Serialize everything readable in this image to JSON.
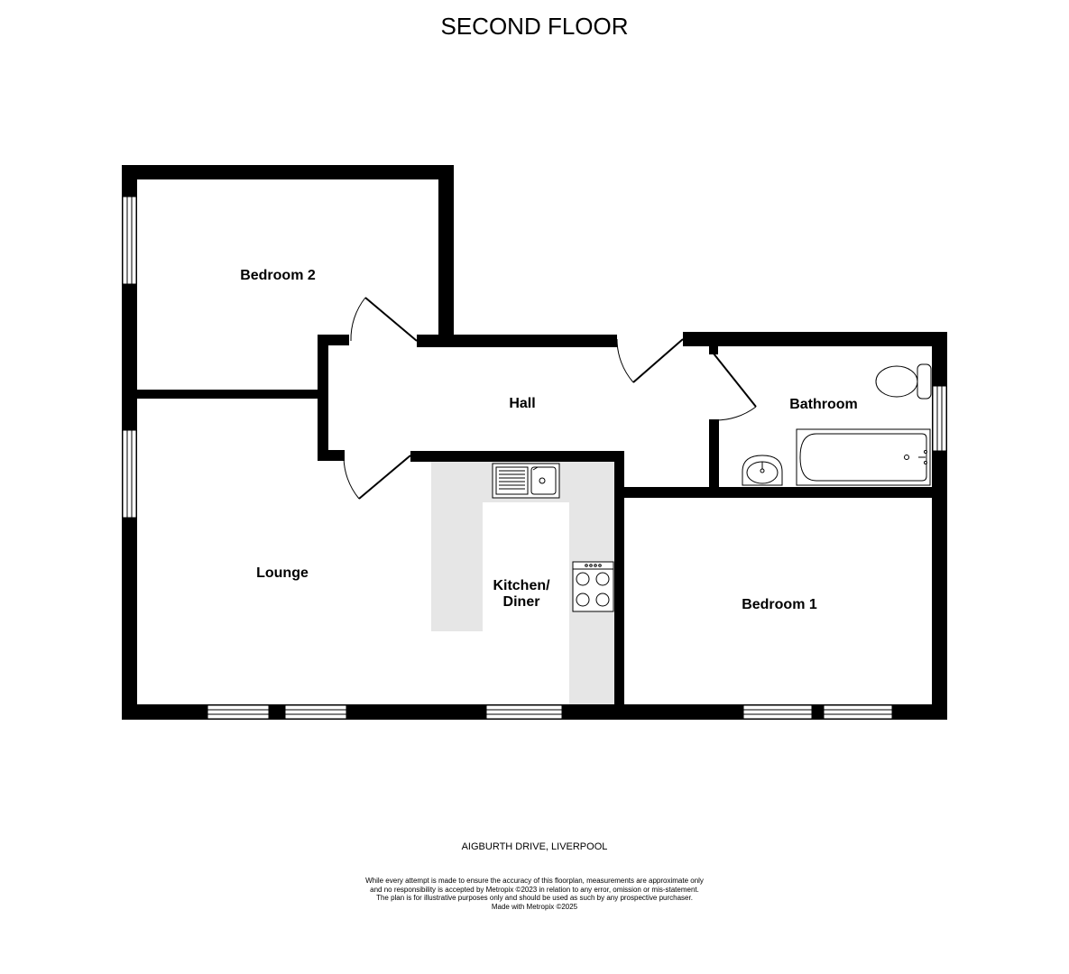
{
  "plan": {
    "floor_title": "SECOND FLOOR",
    "rooms": {
      "bedroom2": "Bedroom 2",
      "hall": "Hall",
      "bathroom": "Bathroom",
      "lounge": "Lounge",
      "kitchen_line1": "Kitchen/",
      "kitchen_line2": "Diner",
      "bedroom1": "Bedroom 1"
    },
    "colors": {
      "wall": "#000000",
      "fitted_units": "#e6e6e6",
      "background": "#ffffff"
    }
  },
  "footer": {
    "address": "AIGBURTH DRIVE, LIVERPOOL",
    "disclaimer": [
      "While every attempt is made to ensure the accuracy of this floorplan, measurements are approximate only",
      "and no responsibility is accepted by Metropix ©2023 in relation to any error, omission or mis-statement.",
      "The plan is for illustrative purposes only and should be used as such by any prospective purchaser.",
      "Made with Metropix ©2025"
    ]
  }
}
